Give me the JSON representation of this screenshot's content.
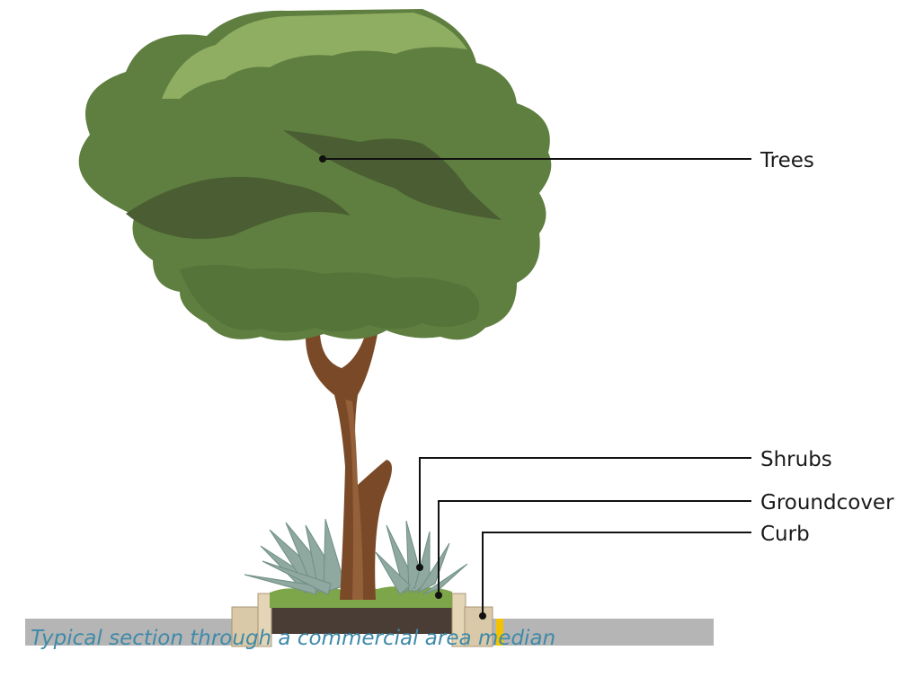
{
  "labels": {
    "trees": "Trees",
    "shrubs": "Shrubs",
    "groundcover": "Groundcover",
    "curb": "Curb"
  },
  "caption": "Typical section through a commercial area median",
  "colors": {
    "canopy_dark": "#5e7f3f",
    "canopy_light": "#8fae62",
    "canopy_shadow": "#4b5d33",
    "trunk": "#7a4a28",
    "shrub": "#8fa8a0",
    "groundcover": "#7da54a",
    "soil": "#4a3d35",
    "curb": "#d9c9a8",
    "road": "#b5b5b5",
    "road_marking": "#f2c200",
    "caption": "#3f8aa8"
  }
}
